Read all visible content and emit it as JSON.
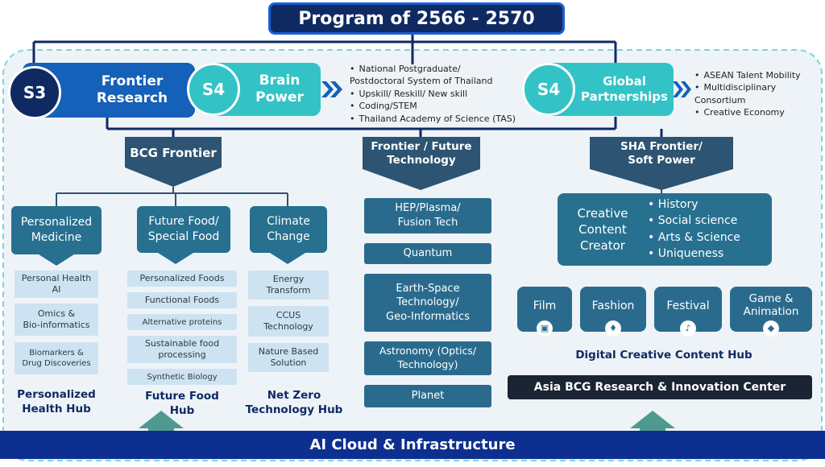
{
  "title": "Program of 2566 - 2570",
  "strategies": [
    {
      "code": "S3",
      "label": "Frontier\nResearch"
    },
    {
      "code": "S4",
      "label": "Brain\nPower"
    },
    {
      "code": "S4",
      "label": "Global\nPartnerships"
    }
  ],
  "brain_power_points": [
    "National Postgraduate/\nPostdoctoral System of Thailand",
    "Upskill/ Reskill/ New skill",
    "Coding/STEM",
    "Thailand Academy of Science (TAS)"
  ],
  "global_points": [
    "ASEAN Talent Mobility",
    "Multidisciplinary\nConsortium",
    "Creative Economy"
  ],
  "branches": {
    "bcg": "BCG Frontier",
    "future_tech": "Frontier / Future\nTechnology",
    "sha": "SHA Frontier/\nSoft Power"
  },
  "bcg_columns": [
    {
      "title": "Personalized\nMedicine",
      "items": [
        "Personal Health\nAI",
        "Omics &\nBio-informatics",
        "Biomarkers &\nDrug Discoveries"
      ],
      "hub": "Personalized\nHealth Hub"
    },
    {
      "title": "Future Food/\nSpecial Food",
      "items": [
        "Personalized Foods",
        "Functional Foods",
        "Alternative proteins",
        "Sustainable food\nprocessing",
        "Synthetic Biology"
      ],
      "hub": "Future Food\nHub"
    },
    {
      "title": "Climate\nChange",
      "items": [
        "Energy\nTransform",
        "CCUS\nTechnology",
        "Nature Based\nSolution"
      ],
      "hub": "Net Zero\nTechnology  Hub"
    }
  ],
  "future_tech_items": [
    "HEP/Plasma/\nFusion Tech",
    "Quantum",
    "Earth-Space\nTechnology/\nGeo-Informatics",
    "Astronomy (Optics/\nTechnology)",
    "Planet"
  ],
  "creative": {
    "title": "Creative\nContent\nCreator",
    "points": [
      "History",
      "Social science",
      "Arts & Science",
      "Uniqueness"
    ]
  },
  "media": [
    {
      "label": "Film",
      "icon": "film-icon"
    },
    {
      "label": "Fashion",
      "icon": "shirt-icon"
    },
    {
      "label": "Festival",
      "icon": "drum-icon"
    },
    {
      "label": "Game &\nAnimation",
      "icon": "gamepad-icon"
    }
  ],
  "digital_hub": "Digital Creative Content Hub",
  "asia_center": "Asia BCG Research & Innovation Center",
  "infrastructure": "AI Cloud & Infrastructure",
  "colors": {
    "navy": "#0f2a63",
    "blue": "#1560b8",
    "teal": "#33c3c6",
    "header": "#2d5472",
    "item": "#cde3f1",
    "tech": "#2a6b8d"
  }
}
